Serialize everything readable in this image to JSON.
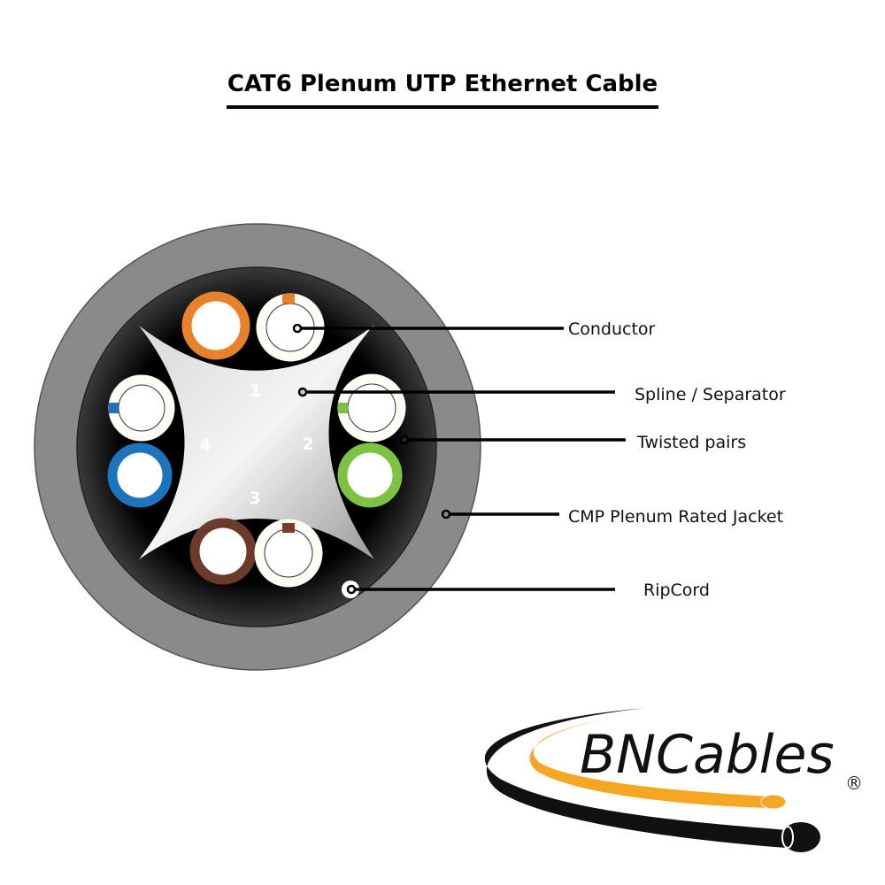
{
  "title": "CAT6 Plenum UTP Ethernet Cable",
  "pair_numbers": [
    "1",
    "2",
    "3",
    "4"
  ],
  "callouts": {
    "conductor": "Conductor",
    "spline": "Spline / Separator",
    "twisted_pairs": "Twisted pairs",
    "jacket": "CMP Plenum Rated Jacket",
    "ripcord": "RipCord"
  },
  "colors": {
    "jacket": "#8a8a8a",
    "core": "#000000",
    "orange": "#e8822a",
    "blue": "#1c75bc",
    "green": "#7dc242",
    "brown": "#6b3a2a",
    "logo_accent": "#f5a623"
  },
  "logo": {
    "text": "BNCables",
    "mark": "®"
  }
}
